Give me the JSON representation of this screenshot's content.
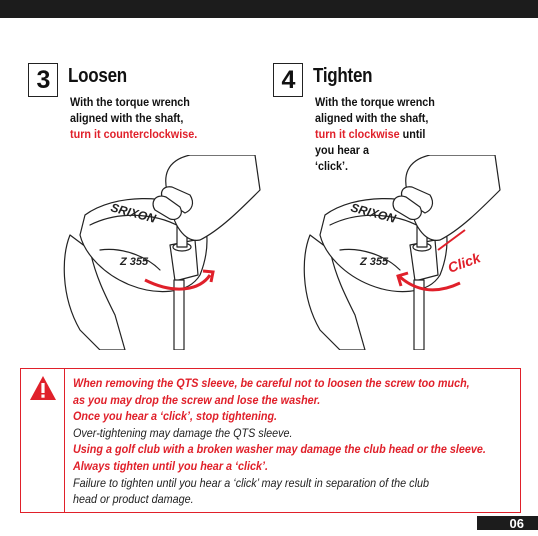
{
  "steps": [
    {
      "number": "3",
      "title": "Loosen",
      "text_parts": [
        "With the torque wrench",
        "aligned with the shaft,"
      ],
      "highlight": "turn it counterclockwise.",
      "after_highlight": ""
    },
    {
      "number": "4",
      "title": "Tighten",
      "text_parts": [
        "With the torque wrench",
        "aligned with the shaft,"
      ],
      "highlight": "turn it clockwise",
      "after_highlight": " until",
      "tail": [
        "you hear a",
        "‘click’."
      ]
    }
  ],
  "illustration": {
    "brand_text": "SRIXON",
    "model_text": "Z 355",
    "click_label": "Click"
  },
  "warning": {
    "icon": "warning-triangle-icon",
    "lines": [
      {
        "style": "bold-red",
        "text": "When removing the QTS sleeve, be careful not to loosen the screw too much,"
      },
      {
        "style": "bold-red",
        "text": "as you may drop the screw and lose the washer."
      },
      {
        "style": "bold-red",
        "text": "Once you hear a ‘click’, stop tightening."
      },
      {
        "style": "normal",
        "text": "Over-tightening may damage the QTS sleeve."
      },
      {
        "style": "bold-red",
        "text": "Using a golf club with a broken washer may damage the club head or the sleeve."
      },
      {
        "style": "bold-red",
        "text": "Always tighten until you hear a ‘click’."
      },
      {
        "style": "normal",
        "text": "Failure to tighten until you hear a ‘click’ may result in separation of the club"
      },
      {
        "style": "normal",
        "text": "head or product damage."
      }
    ]
  },
  "page_number": "06",
  "colors": {
    "accent": "#e0202a",
    "dark": "#1c1c1c"
  }
}
